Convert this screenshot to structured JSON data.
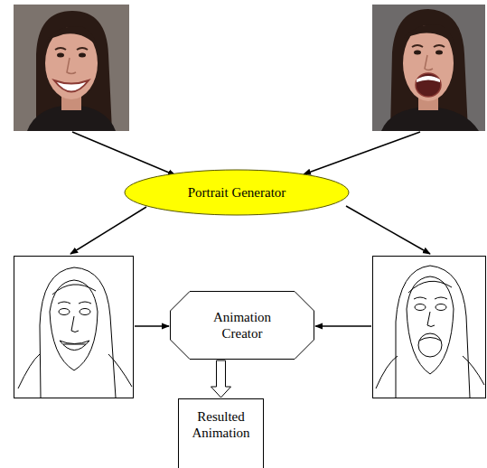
{
  "diagram": {
    "nodes": [
      {
        "text": [
          "Portrait Generator"
        ]
      },
      {
        "text": [
          "Animation Creator"
        ]
      },
      {
        "text": [
          "Resulted Animation"
        ]
      }
    ],
    "edges": [
      {
        "from": 1,
        "to": 2,
        "arrow": "to"
      }
    ]
  }
}
